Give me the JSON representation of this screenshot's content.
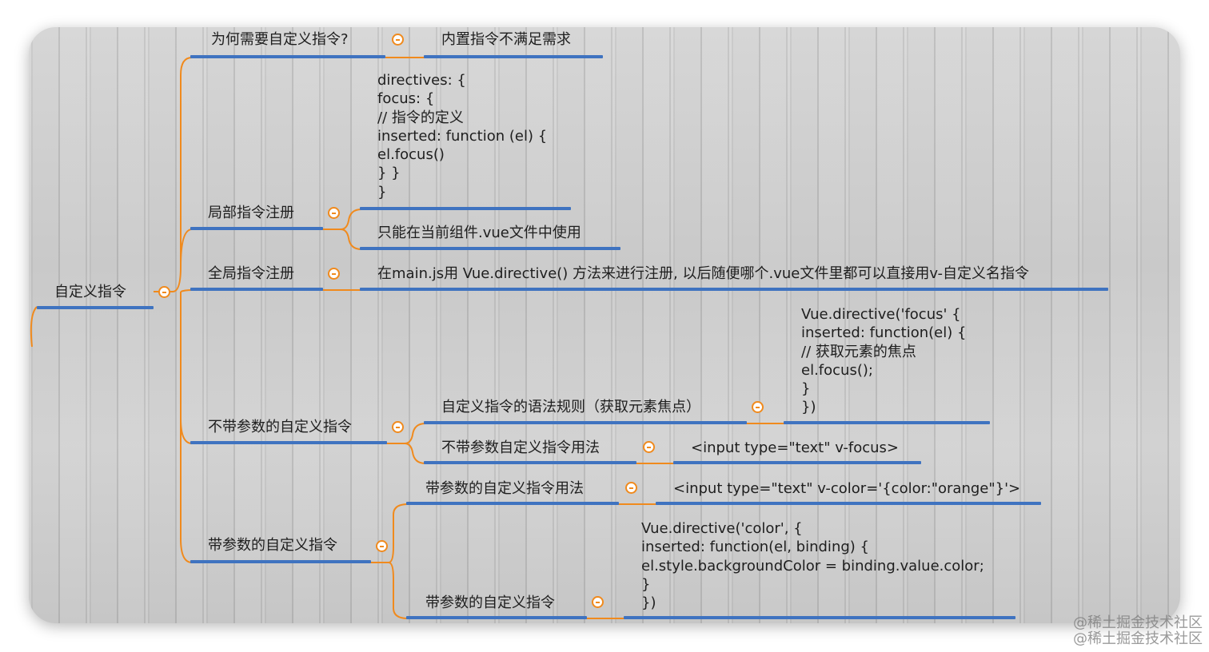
{
  "root": {
    "label": "自定义指令"
  },
  "branches": {
    "why": {
      "label": "为何需要自定义指令?",
      "answer": "内置指令不满足需求"
    },
    "local": {
      "label": "局部指令注册",
      "code": [
        "directives: {",
        "focus: {",
        "// 指令的定义",
        "inserted: function (el) {",
        "el.focus()",
        "} }",
        "}"
      ],
      "note": "只能在当前组件.vue文件中使用"
    },
    "global": {
      "label": "全局指令注册",
      "note": "在main.js用 Vue.directive() 方法来进行注册, 以后随便哪个.vue文件里都可以直接用v-自定义名指令"
    },
    "no_param": {
      "label": "不带参数的自定义指令",
      "syntax": {
        "label": "自定义指令的语法规则（获取元素焦点）",
        "code": [
          "Vue.directive('focus' {",
          "inserted: function(el) {",
          "// 获取元素的焦点",
          "el.focus();",
          "}",
          "})"
        ]
      },
      "usage": {
        "label": "不带参数自定义指令用法",
        "code": "<input type=\"text\" v-focus>"
      }
    },
    "with_param": {
      "label": "带参数的自定义指令",
      "usage": {
        "label": "带参数的自定义指令用法",
        "code": "<input type=\"text\" v-color='{color:\"orange\"}'>"
      },
      "def": {
        "label": "带参数的自定义指令",
        "code": [
          "Vue.directive('color', {",
          "inserted: function(el, binding) {",
          "el.style.backgroundColor = binding.value.color;",
          "}",
          "})"
        ]
      }
    }
  },
  "watermark": [
    "@稀土掘金技术社区",
    "@稀土掘金技术社区"
  ],
  "colors": {
    "connector": "#f08a1d",
    "underline": "#3f73c0",
    "text": "#1e1e1e"
  }
}
